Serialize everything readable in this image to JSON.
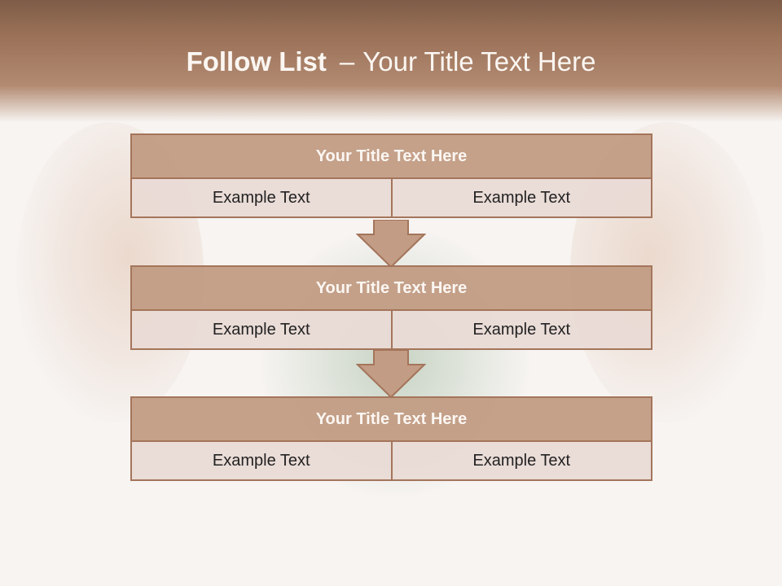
{
  "slide": {
    "title_bold": "Follow List",
    "title_sep": "–",
    "title_rest": "Your Title Text Here"
  },
  "steps": [
    {
      "title": "Your Title Text Here",
      "left": "Example Text",
      "right": "Example Text"
    },
    {
      "title": "Your Title Text Here",
      "left": "Example Text",
      "right": "Example Text"
    },
    {
      "title": "Your Title Text Here",
      "left": "Example Text",
      "right": "Example Text"
    }
  ],
  "colors": {
    "header_brown": "#7e5c47",
    "title_fill": "#c29c84",
    "border": "#a4755b",
    "cell_fill": "#e9dad5"
  },
  "icons": [
    "down-arrow-icon"
  ]
}
